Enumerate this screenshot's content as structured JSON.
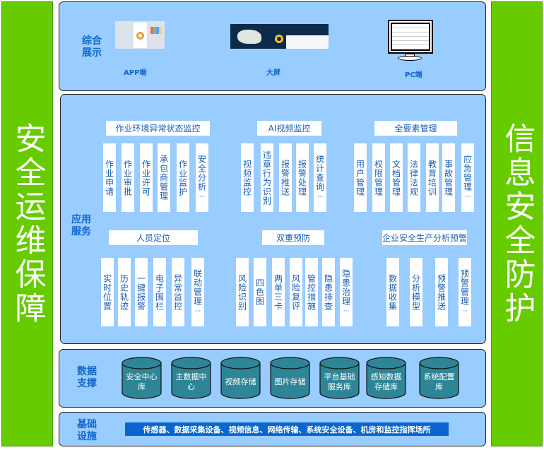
{
  "left_bar": "安全运维保障",
  "right_bar": "信息安全防护",
  "display": {
    "label": "综合展示",
    "items": [
      "APP端",
      "大屏",
      "PC端"
    ]
  },
  "app": {
    "label": "应用服务",
    "groups": [
      {
        "title": "作业环境异常状态监控",
        "items": [
          {
            "t": "作业申请"
          },
          {
            "t": "作业审批"
          },
          {
            "t": "作业许可"
          },
          {
            "t": "承包商管理"
          },
          {
            "t": "作业监护"
          },
          {
            "t": "安全分析",
            "e": "···"
          }
        ]
      },
      {
        "title": "AI视频监控",
        "items": [
          {
            "t": "视频监控"
          },
          {
            "t": "违章行为识别"
          },
          {
            "t": "报警推送"
          },
          {
            "t": "报警处理"
          },
          {
            "t": "统计查询",
            "e": "···"
          }
        ]
      },
      {
        "title": "全要素管理",
        "items": [
          {
            "t": "用户管理"
          },
          {
            "t": "权限管理"
          },
          {
            "t": "文档管理"
          },
          {
            "t": "法律法规"
          },
          {
            "t": "教育培训"
          },
          {
            "t": "事故管理"
          },
          {
            "t": "应急管理",
            "e": "···"
          }
        ]
      },
      {
        "title": "人员定位",
        "items": [
          {
            "t": "实时位置"
          },
          {
            "t": "历史轨迹"
          },
          {
            "t": "一键报警"
          },
          {
            "t": "电子围栏"
          },
          {
            "t": "异常监控"
          },
          {
            "t": "联动管理",
            "e": "···"
          }
        ]
      },
      {
        "title": "双重预防",
        "items": [
          {
            "t": "风险识别"
          },
          {
            "t": "四色图"
          },
          {
            "t": "两单三卡"
          },
          {
            "t": "风险复评"
          },
          {
            "t": "管控措施"
          },
          {
            "t": "隐患排查"
          },
          {
            "t": "隐患治理",
            "e": "···"
          }
        ]
      },
      {
        "title": "企业安全生产分析预警",
        "items": [
          {
            "t": "数据收集"
          },
          {
            "t": "分析模型"
          },
          {
            "t": "预警推送"
          },
          {
            "t": "预警管理",
            "e": "···"
          }
        ]
      }
    ]
  },
  "data": {
    "label": "数据支撑",
    "items": [
      "安全中心库",
      "主数据中心",
      "视频存储",
      "图片存储",
      "平台基础服务库",
      "感知数据存储库",
      "系统配置库"
    ]
  },
  "infra": {
    "label": "基础设施",
    "text": "传感器、数据采集设备、视频信息、网络传输、系统安全设备、机房和监控指挥场所"
  },
  "colors": {
    "green": "#66cc00",
    "panel": "#99ccff",
    "cylinder": "#2e8596",
    "text": "#1a5fb4"
  }
}
